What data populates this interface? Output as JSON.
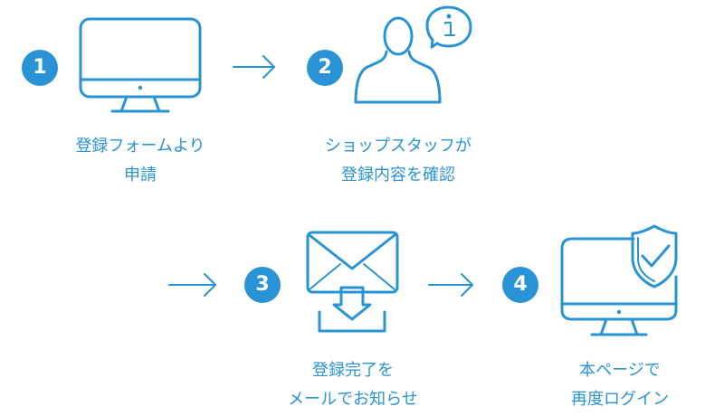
{
  "colors": {
    "primary": "#2a93d5",
    "badge": "#2a93d5",
    "text": "#2a93d5"
  },
  "steps": [
    {
      "number": "1",
      "icon": "desktop-monitor-icon",
      "caption_line1": "登録フォームより",
      "caption_line2": "申請"
    },
    {
      "number": "2",
      "icon": "staff-info-icon",
      "caption_line1": "ショップスタッフが",
      "caption_line2": "登録内容を確認"
    },
    {
      "number": "3",
      "icon": "mail-inbox-icon",
      "caption_line1": "登録完了を",
      "caption_line2": "メールでお知らせ"
    },
    {
      "number": "4",
      "icon": "verified-monitor-icon",
      "caption_line1": "本ページで",
      "caption_line2": "再度ログイン"
    }
  ]
}
